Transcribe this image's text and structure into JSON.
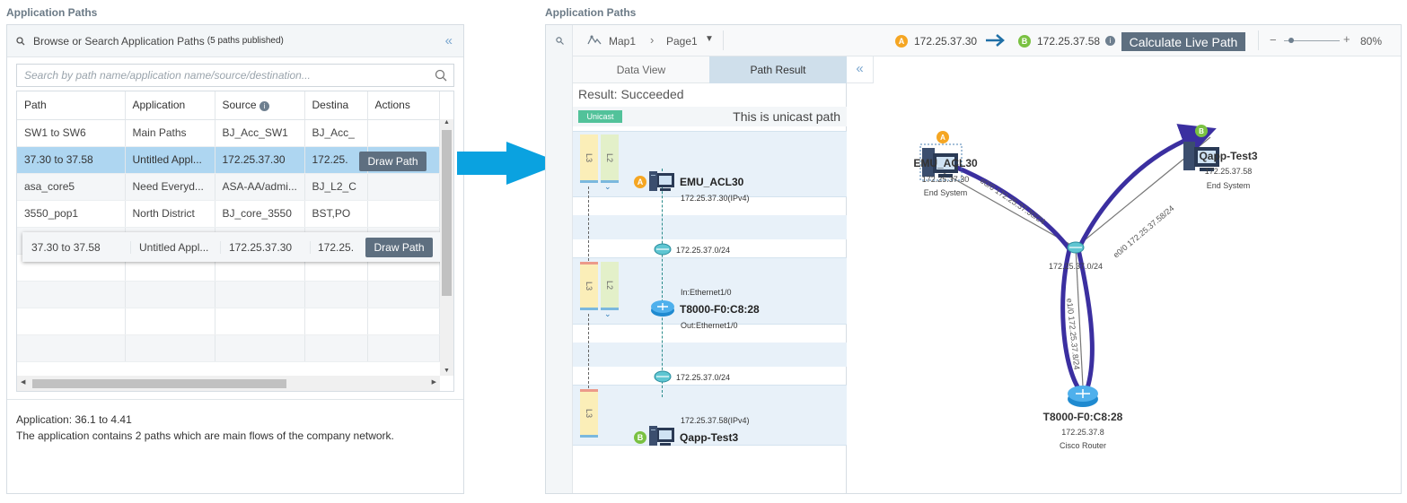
{
  "left": {
    "title": "Application Paths",
    "header": {
      "label": "Browse or Search Application Paths",
      "count": "(5 paths published)"
    },
    "search": {
      "placeholder": "Search by path name/application name/source/destination..."
    },
    "columns": [
      "Path",
      "Application",
      "Source",
      "Destina",
      "Actions"
    ],
    "rows": [
      [
        "SW1 to SW6",
        "Main Paths",
        "BJ_Acc_SW1",
        "BJ_Acc_"
      ],
      [
        "37.30 to 37.58",
        "Untitled Appl...",
        "172.25.37.30",
        "172.25."
      ],
      [
        "asa_core5",
        "Need Everyd...",
        "ASA-AA/admi...",
        "BJ_L2_C"
      ],
      [
        "3550_pop1",
        "North District",
        "BJ_core_3550",
        "BST,PO"
      ]
    ],
    "drag_row": [
      "37.30 to 37.58",
      "Untitled Appl...",
      "172.25.37.30",
      "172.25."
    ],
    "draw_path_label": "Draw Path",
    "description": {
      "app_line": "Application: 36.1 to 4.41",
      "text": "The application contains 2 paths which are main flows of the company network."
    }
  },
  "right": {
    "title": "Application Paths",
    "toolbar": {
      "map": "Map1",
      "page": "Page1",
      "source_ip": "172.25.37.30",
      "dest_ip": "172.25.37.58",
      "calc_button": "Calculate Live Path",
      "zoom": "80%"
    },
    "tabs": [
      "Data View",
      "Path Result"
    ],
    "result": "Result: Succeeded",
    "unicast_badge": "Unicast",
    "unicast_text": "This is unicast path",
    "hops": [
      {
        "name": "EMU_ACL30",
        "sub": "172.25.37.30(IPv4)",
        "badge": "A"
      },
      {
        "segment": "172.25.37.0/24"
      },
      {
        "name": "T8000-F0:C8:28",
        "in": "In:Ethernet1/0",
        "out": "Out:Ethernet1/0"
      },
      {
        "segment": "172.25.37.0/24"
      },
      {
        "name": "Qapp-Test3",
        "sub": "172.25.37.58(IPv4)",
        "badge": "B"
      }
    ],
    "layers": {
      "l3": "L3",
      "l2": "L2"
    },
    "map_nodes": {
      "a": {
        "name": "EMU_ACL30",
        "ip": "172.25.37.30",
        "type": "End System"
      },
      "b": {
        "name": "Qapp-Test3",
        "ip": "172.25.37.58",
        "type": "End System"
      },
      "hub": {
        "ip": "172.25.37.0/24"
      },
      "router": {
        "name": "T8000-F0:C8:28",
        "ip": "172.25.37.8",
        "type": "Cisco Router"
      }
    },
    "link_labels": {
      "a_hub": "e0/0 172.25.37.30/24",
      "b_hub": "e0/0 172.25.37.58/24",
      "router_hub": "e1/0 172.25.37.8/24"
    }
  },
  "colors": {
    "accent": "#3b2fa0",
    "badge_a": "#f5a623",
    "badge_b": "#7ac142",
    "arrow": "#0aa2e0"
  }
}
